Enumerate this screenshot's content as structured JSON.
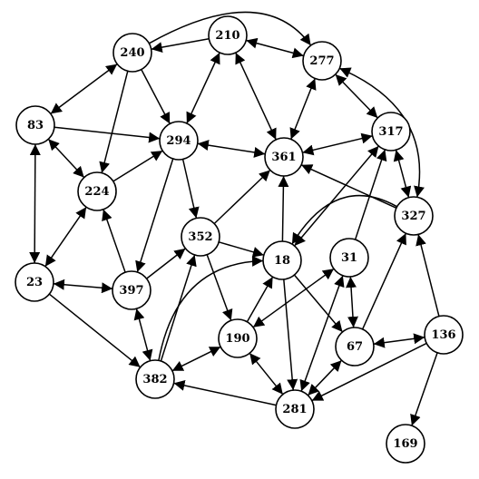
{
  "graph": {
    "nodes": [
      {
        "id": "210",
        "label": "210"
      },
      {
        "id": "240",
        "label": "240"
      },
      {
        "id": "277",
        "label": "277"
      },
      {
        "id": "83",
        "label": "83"
      },
      {
        "id": "294",
        "label": "294"
      },
      {
        "id": "361",
        "label": "361"
      },
      {
        "id": "317",
        "label": "317"
      },
      {
        "id": "224",
        "label": "224"
      },
      {
        "id": "327",
        "label": "327"
      },
      {
        "id": "352",
        "label": "352"
      },
      {
        "id": "18",
        "label": "18"
      },
      {
        "id": "31",
        "label": "31"
      },
      {
        "id": "23",
        "label": "23"
      },
      {
        "id": "397",
        "label": "397"
      },
      {
        "id": "190",
        "label": "190"
      },
      {
        "id": "67",
        "label": "67"
      },
      {
        "id": "136",
        "label": "136"
      },
      {
        "id": "382",
        "label": "382"
      },
      {
        "id": "281",
        "label": "281"
      },
      {
        "id": "169",
        "label": "169"
      }
    ],
    "edges": [
      {
        "from": "210",
        "to": "240",
        "dir": "forward"
      },
      {
        "from": "210",
        "to": "277",
        "dir": "both"
      },
      {
        "from": "240",
        "to": "277",
        "dir": "forward"
      },
      {
        "from": "240",
        "to": "83",
        "dir": "both"
      },
      {
        "from": "240",
        "to": "294",
        "dir": "forward"
      },
      {
        "from": "240",
        "to": "224",
        "dir": "forward"
      },
      {
        "from": "210",
        "to": "294",
        "dir": "both"
      },
      {
        "from": "210",
        "to": "361",
        "dir": "both"
      },
      {
        "from": "277",
        "to": "361",
        "dir": "both"
      },
      {
        "from": "277",
        "to": "317",
        "dir": "both"
      },
      {
        "from": "277",
        "to": "327",
        "dir": "both"
      },
      {
        "from": "83",
        "to": "294",
        "dir": "forward"
      },
      {
        "from": "83",
        "to": "224",
        "dir": "both"
      },
      {
        "from": "83",
        "to": "23",
        "dir": "both"
      },
      {
        "from": "294",
        "to": "361",
        "dir": "both"
      },
      {
        "from": "224",
        "to": "294",
        "dir": "forward"
      },
      {
        "from": "294",
        "to": "352",
        "dir": "forward"
      },
      {
        "from": "294",
        "to": "397",
        "dir": "forward"
      },
      {
        "from": "317",
        "to": "361",
        "dir": "both"
      },
      {
        "from": "317",
        "to": "327",
        "dir": "both"
      },
      {
        "from": "327",
        "to": "361",
        "dir": "forward"
      },
      {
        "from": "18",
        "to": "317",
        "dir": "both"
      },
      {
        "from": "327",
        "to": "18",
        "dir": "forward"
      },
      {
        "from": "352",
        "to": "361",
        "dir": "forward"
      },
      {
        "from": "352",
        "to": "18",
        "dir": "forward"
      },
      {
        "from": "18",
        "to": "361",
        "dir": "forward"
      },
      {
        "from": "224",
        "to": "23",
        "dir": "both"
      },
      {
        "from": "397",
        "to": "224",
        "dir": "forward"
      },
      {
        "from": "23",
        "to": "397",
        "dir": "both"
      },
      {
        "from": "397",
        "to": "352",
        "dir": "forward"
      },
      {
        "from": "23",
        "to": "382",
        "dir": "forward"
      },
      {
        "from": "397",
        "to": "382",
        "dir": "both"
      },
      {
        "from": "382",
        "to": "352",
        "dir": "forward"
      },
      {
        "from": "382",
        "to": "18",
        "dir": "forward"
      },
      {
        "from": "352",
        "to": "190",
        "dir": "forward"
      },
      {
        "from": "190",
        "to": "18",
        "dir": "forward"
      },
      {
        "from": "18",
        "to": "67",
        "dir": "forward"
      },
      {
        "from": "18",
        "to": "281",
        "dir": "forward"
      },
      {
        "from": "31",
        "to": "190",
        "dir": "both"
      },
      {
        "from": "31",
        "to": "67",
        "dir": "both"
      },
      {
        "from": "31",
        "to": "317",
        "dir": "forward"
      },
      {
        "from": "281",
        "to": "31",
        "dir": "both"
      },
      {
        "from": "67",
        "to": "327",
        "dir": "forward"
      },
      {
        "from": "67",
        "to": "136",
        "dir": "both"
      },
      {
        "from": "136",
        "to": "327",
        "dir": "forward"
      },
      {
        "from": "136",
        "to": "281",
        "dir": "forward"
      },
      {
        "from": "136",
        "to": "169",
        "dir": "forward"
      },
      {
        "from": "190",
        "to": "382",
        "dir": "both"
      },
      {
        "from": "190",
        "to": "281",
        "dir": "both"
      },
      {
        "from": "281",
        "to": "382",
        "dir": "forward"
      },
      {
        "from": "67",
        "to": "281",
        "dir": "both"
      }
    ]
  }
}
